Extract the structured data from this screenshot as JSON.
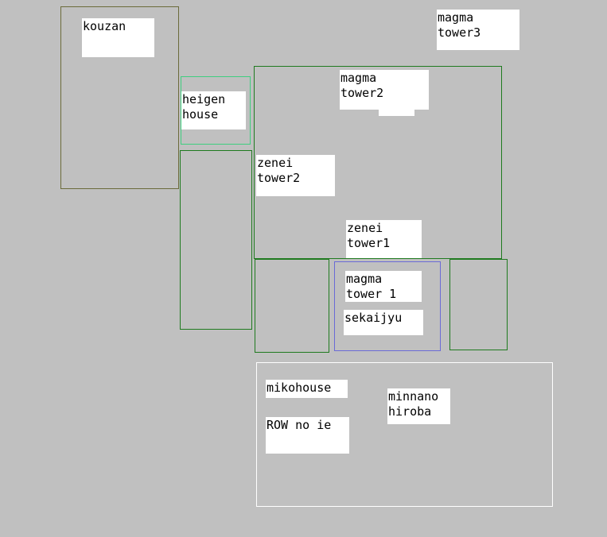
{
  "labels": {
    "kouzan": "kouzan",
    "magma_tower3": "magma\ntower3",
    "heigen_house": "heigen\nhouse",
    "magma_tower2": "magma\ntower2",
    "zenei_tower2": "zenei\ntower2",
    "zenei_tower1": "zenei\ntower1",
    "magma_tower1": "magma\ntower 1",
    "sekaijyu": "sekaijyu",
    "mikohouse": "mikohouse",
    "minnano_hiroba": "minnano\nhiroba",
    "row_no_ie": "ROW no ie"
  },
  "colors": {
    "background": "#c0c0c0",
    "label_bg": "#ffffff",
    "olive_border": "#6b6b3a",
    "green_border": "#1f7a1f",
    "light_green_border": "#3fcf7f",
    "blue_border": "#6a6ad6",
    "white_border": "#ffffff"
  }
}
